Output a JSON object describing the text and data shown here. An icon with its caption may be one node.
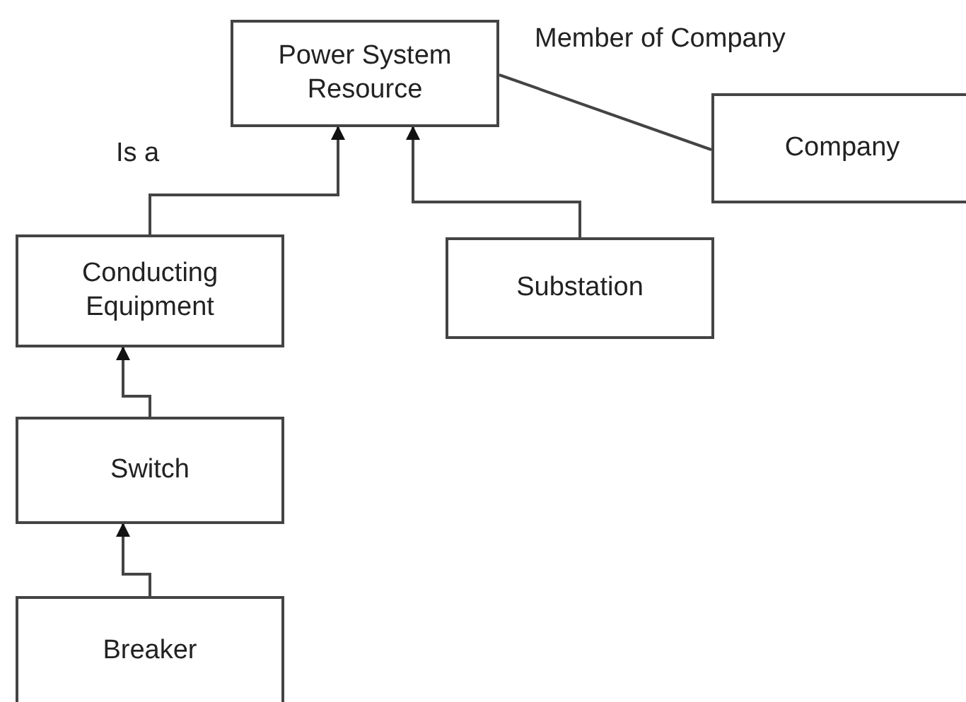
{
  "diagram": {
    "nodes": [
      {
        "text": [
          "Power System Resource"
        ]
      },
      {
        "text": [
          "Company"
        ]
      },
      {
        "text": [
          "Conducting Equipment"
        ]
      },
      {
        "text": [
          "Substation"
        ]
      },
      {
        "text": [
          "Switch"
        ]
      },
      {
        "text": [
          "Breaker"
        ]
      }
    ],
    "edges": [
      {
        "from": 2,
        "to": 0,
        "arrow": "to",
        "label": "Is a"
      },
      {
        "from": 3,
        "to": 0,
        "arrow": "to"
      },
      {
        "from": 0,
        "to": 1,
        "arrow": "none",
        "label": "Member of Company"
      },
      {
        "from": 4,
        "to": 2,
        "arrow": "to"
      },
      {
        "from": 5,
        "to": 4,
        "arrow": "to"
      }
    ]
  }
}
